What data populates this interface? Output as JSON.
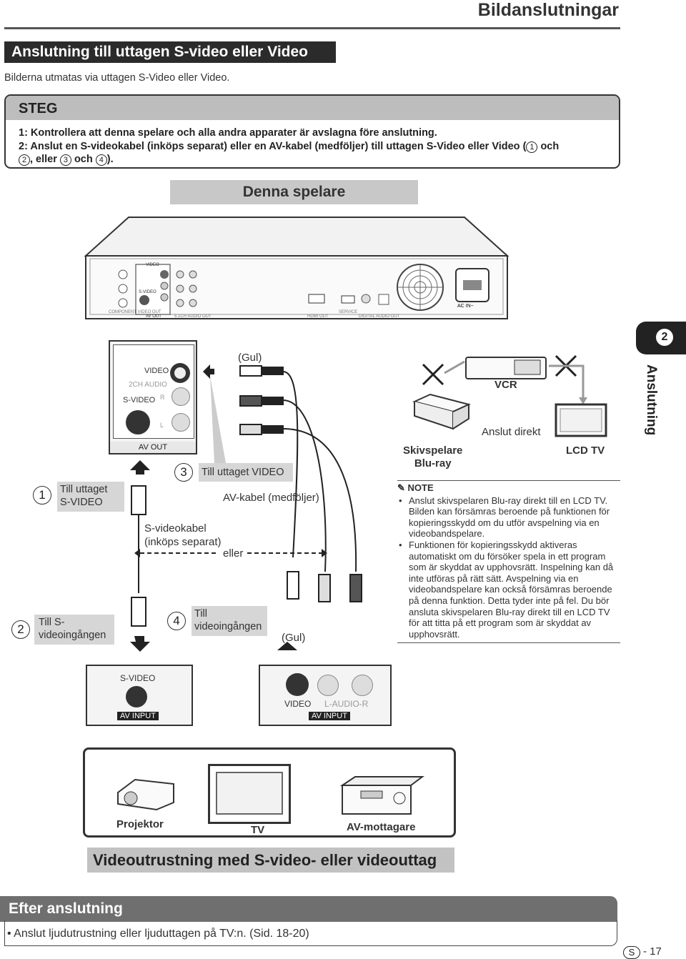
{
  "header": {
    "title": "Bildanslutningar"
  },
  "section": {
    "title": "Anslutning till uttagen S-video eller Video",
    "subtitle": "Bilderna utmatas via uttagen S-Video eller Video."
  },
  "steps": {
    "heading": "STEG",
    "step1": "1: Kontrollera att denna spelare och alla andra apparater är avslagna före anslutning.",
    "step2a": "2: Anslut en S-videokabel (inköps separat) eller en AV-kabel (medföljer) till uttagen S-Video eller Video (",
    "step2b": "och",
    "step2c": ", eller",
    "step2d": "och",
    "step2e": ")."
  },
  "player": {
    "title": "Denna spelare",
    "panel": {
      "video": "VIDEO",
      "audio2ch": "2CH AUDIO",
      "svideo": "S-VIDEO",
      "av_out": "AV OUT",
      "component": "COMPONENT VIDEO OUT",
      "audio51": "5.1CH AUDIO OUT",
      "hdmi": "HDMI OUT",
      "service": "SERVICE",
      "digital": "DIGITAL AUDIO OUT",
      "ac_in": "AC IN~"
    }
  },
  "jack": {
    "video": "VIDEO",
    "audio": "2CH AUDIO",
    "r": "R",
    "l": "L",
    "svideo": "S-VIDEO",
    "av_out": "AV OUT"
  },
  "diagram": {
    "gul_top": "(Gul)",
    "gul_bottom": "(Gul)",
    "num1": "1",
    "num2": "2",
    "num3": "3",
    "num4": "4",
    "label1": "Till uttaget\nS-VIDEO",
    "label2": "Till S-\nvideoingången",
    "label3": "Till uttaget VIDEO",
    "label4": "Till\nvideoingången",
    "svideo_cable": "S-videokabel\n(inköps separat)",
    "av_cable": "AV-kabel (medföljer)",
    "eller": "eller"
  },
  "inputs": {
    "svideo": "S-VIDEO",
    "av_input_1": "AV INPUT",
    "video": "VIDEO",
    "laudior": "L-AUDIO-R",
    "av_input_2": "AV INPUT"
  },
  "devices": {
    "projector": "Projektor",
    "tv": "TV",
    "receiver": "AV-mottagare"
  },
  "caption": "Videoutrustning med S-video- eller videouttag",
  "right": {
    "vcr": "VCR",
    "bluray": "Skivspelare\nBlu-ray",
    "direct": "Anslut direkt",
    "lcd": "LCD TV",
    "note_title": "NOTE",
    "note1": "Anslut skivspelaren Blu-ray direkt till en LCD TV. Bilden kan försämras beroende på funktionen för kopieringsskydd om du utför avspelning via en videobandspelare.",
    "note2": "Funktionen för kopieringsskydd aktiveras automatiskt om du försöker spela in ett program som är skyddat av upphovsrätt. Inspelning kan då inte utföras på rätt sätt. Avspelning via en videobandspelare kan också försämras beroende på denna funktion. Detta tyder inte på fel. Du bör ansluta skivspelaren Blu-ray direkt till en LCD TV för att titta på ett program som är skyddat av upphovsrätt."
  },
  "tab": {
    "number": "2",
    "label": "Anslutning"
  },
  "after": {
    "heading": "Efter anslutning",
    "bullet": "Anslut ljudutrustning eller ljuduttagen på TV:n. (Sid. 18-20)"
  },
  "page": {
    "letter": "S",
    "number": "- 17"
  }
}
